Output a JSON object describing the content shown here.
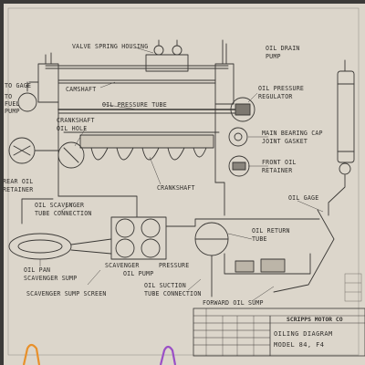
{
  "labels": {
    "valve_spring_housing": "VALVE SPRING HOUSING",
    "oil_drain": "OIL DRAIN",
    "pump": "PUMP",
    "to_gage": "TO GAGE",
    "to": "TO",
    "fuel": "FUEL",
    "pump_left": "PUMP",
    "camshaft": "CAMSHAFT",
    "oil_pressure": "OIL PRESSURE",
    "regulator": "REGULATOR",
    "oil_pressure_tube": "OIL PRESSURE TUBE",
    "crankshaft_oil": "CRANKSHAFT",
    "oil_hole": "OIL HOLE",
    "main_bearing_cap": "MAIN BEARING CAP",
    "joint_gasket": "JOINT GASKET",
    "rear_oil": "REAR OIL",
    "retainer": "RETAINER",
    "front_oil": "FRONT OIL",
    "retainer_right": "RETAINER",
    "crankshaft": "CRANKSHAFT",
    "oil_gage": "OIL GAGE",
    "oil_scavenger": "OIL SCAVENGER",
    "tube_connection": "TUBE CONNECTION",
    "oil_return": "OIL RETURN",
    "tube": "TUBE",
    "oil_pan": "OIL PAN",
    "scavenger_sump": "SCAVENGER SUMP",
    "scavenger": "SCAVENGER",
    "pressure": "PRESSURE",
    "oil_pump": "OIL PUMP",
    "scavenger_sump_screen": "SCAVENGER SUMP SCREEN",
    "oil_suction": "OIL SUCTION",
    "tube_connection_2": "TUBE CONNECTION",
    "forward_oil_sump": "FORWARD OIL SUMP"
  },
  "title_block": {
    "company": "SCRIPPS MOTOR CO",
    "drawing_line1": "OILING DIAGRAM",
    "drawing_line2": "MODEL 84, F4"
  },
  "colors": {
    "paper": "#dcd6cb",
    "ink": "#3a3835",
    "background": "#3b3a38",
    "clip_orange": "#e8902a",
    "clip_purple": "#9a4fc6"
  }
}
